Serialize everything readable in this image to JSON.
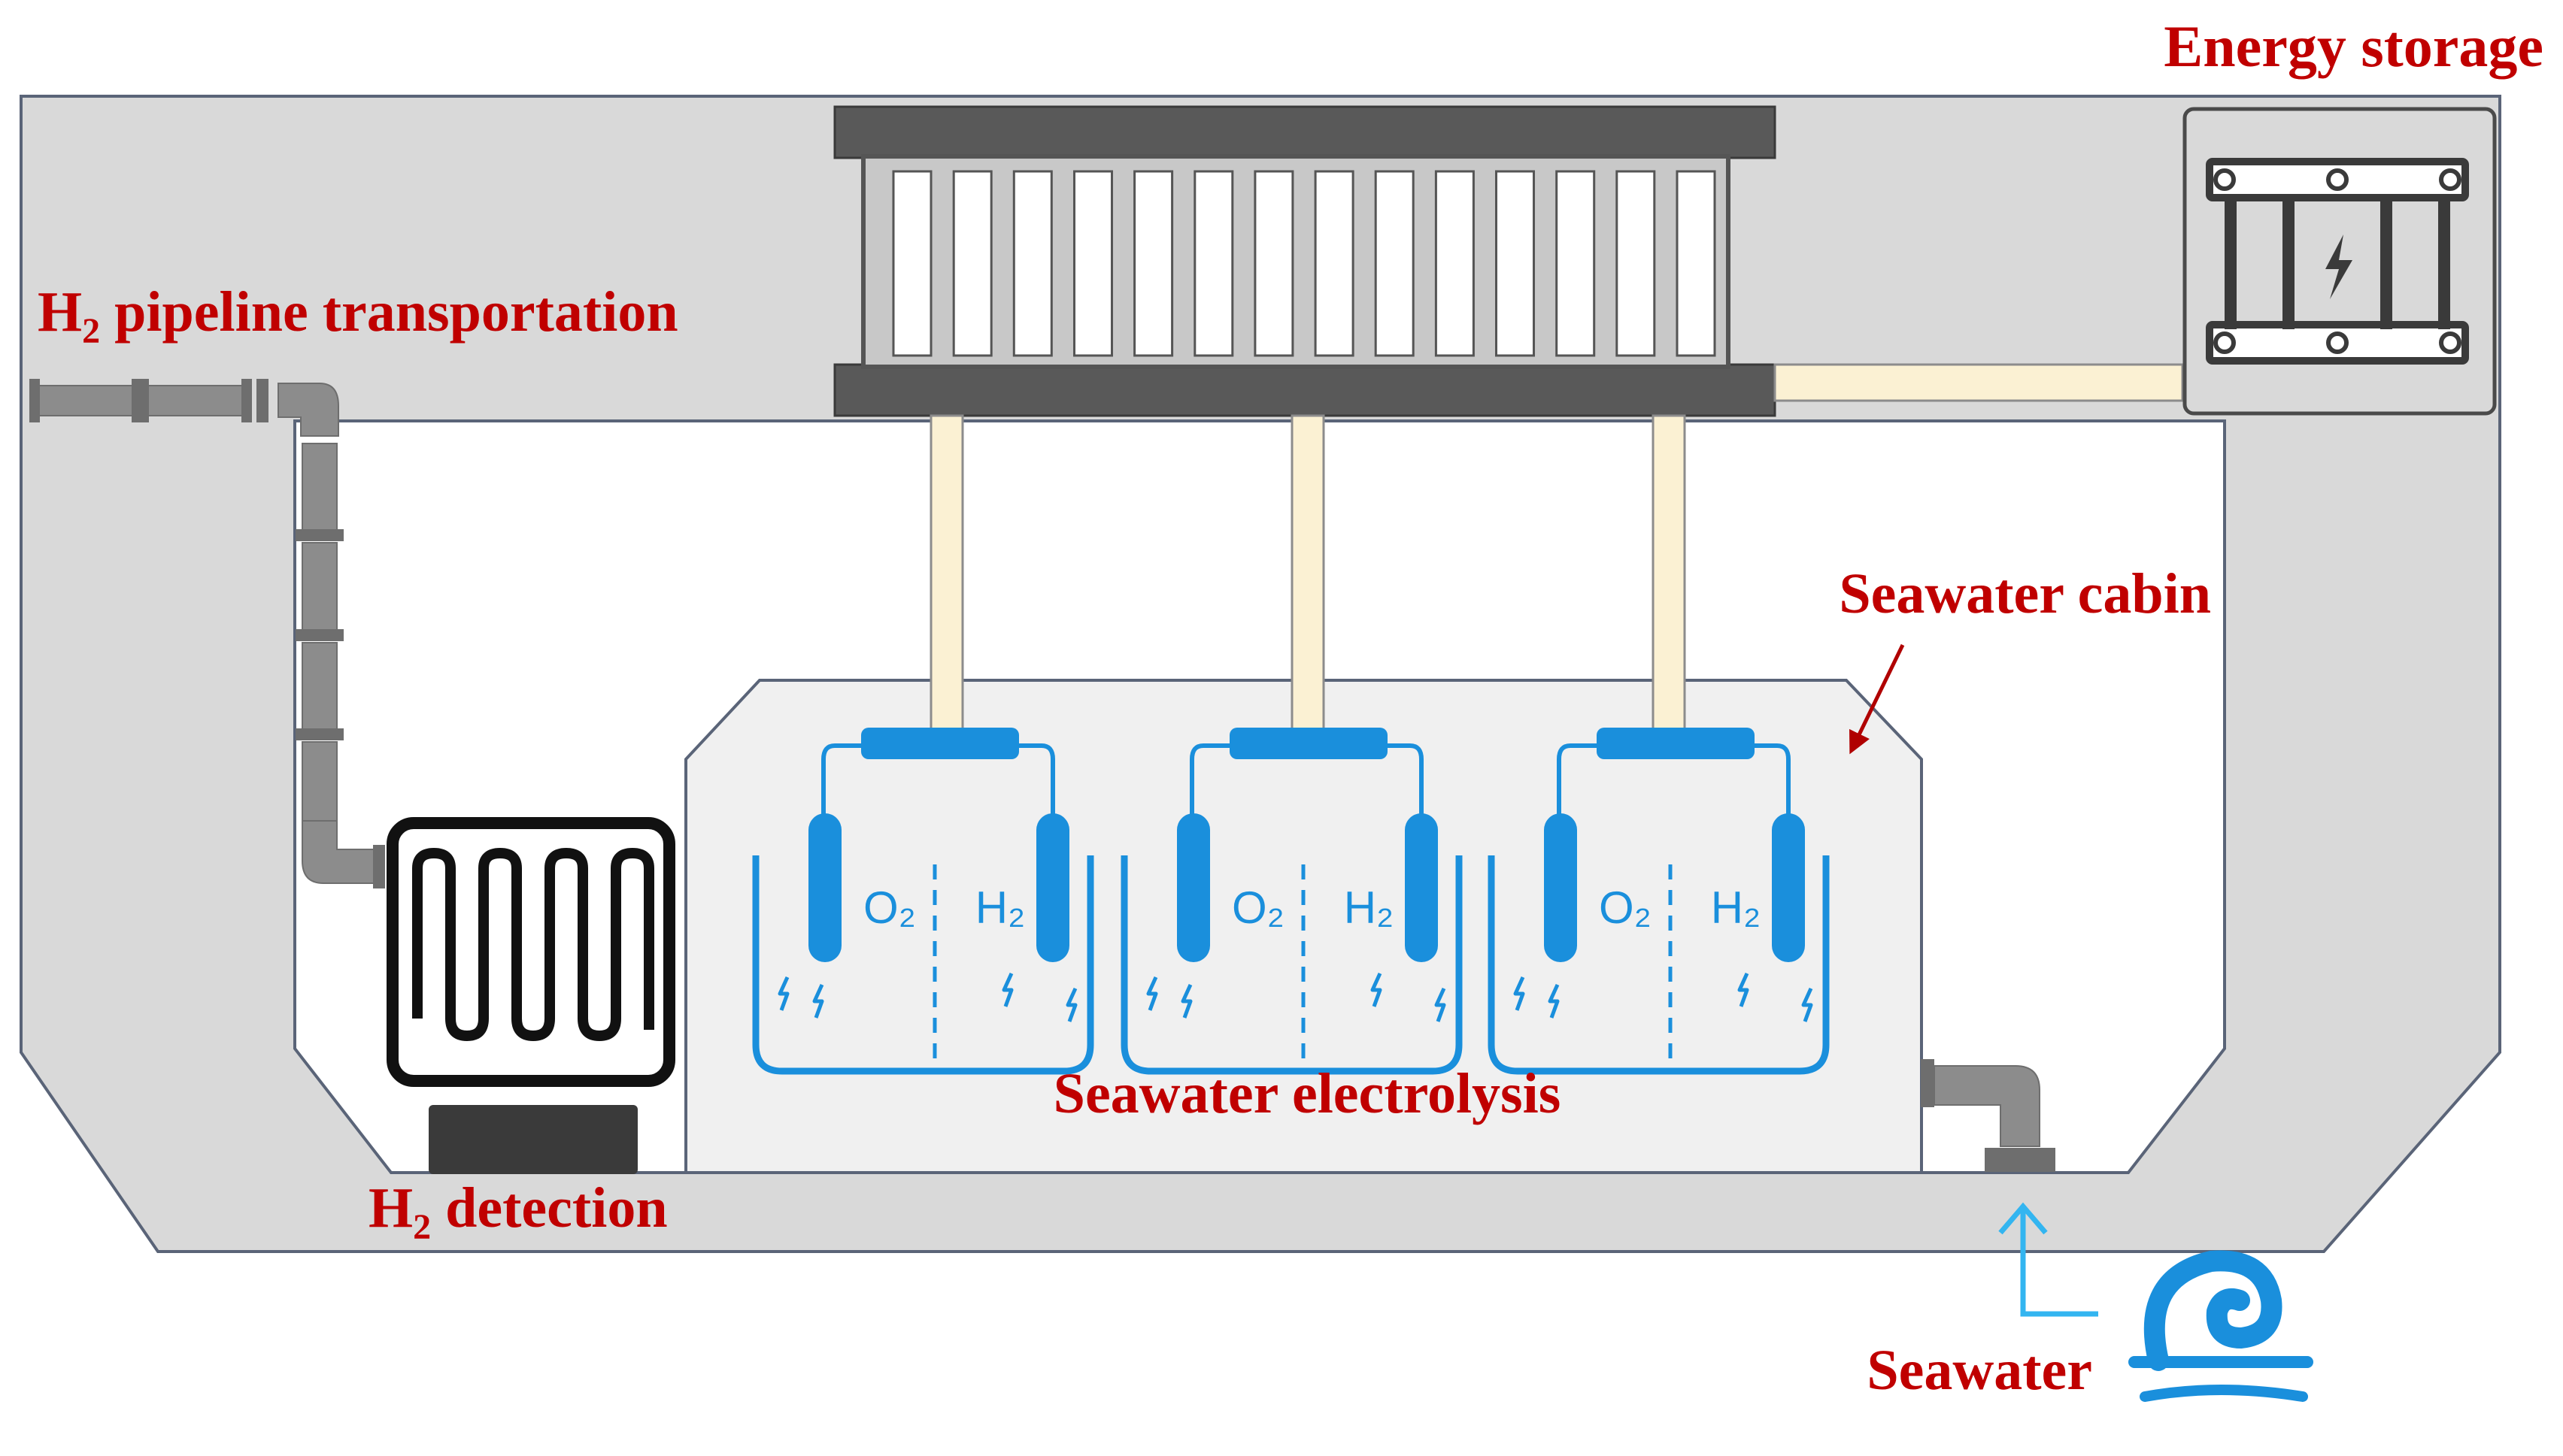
{
  "labels": {
    "energy_storage": "Energy storage",
    "h2_pipeline_prefix": "H",
    "h2_pipeline_sub": "2",
    "h2_pipeline_rest": " pipeline transportation",
    "seawater_cabin": "Seawater cabin",
    "seawater_electrolysis": "Seawater electrolysis",
    "h2_detection_prefix": "H",
    "h2_detection_sub": "2",
    "h2_detection_rest": " detection",
    "seawater": "Seawater"
  },
  "cells": [
    {
      "anode_label": "O₂",
      "cathode_label": "H₂"
    },
    {
      "anode_label": "O₂",
      "cathode_label": "H₂"
    },
    {
      "anode_label": "O₂",
      "cathode_label": "H₂"
    }
  ],
  "colors": {
    "label_red": "#c00000",
    "hull_gray": "#d9d9d9",
    "hull_stroke": "#5a6478",
    "cabin_fill": "#f0f0f0",
    "electrolyzer_blue": "#1a8fdc",
    "connector_cream": "#fbf1d3",
    "panel_dark": "#595959",
    "pipe_gray": "#8c8c8c",
    "arrow_red": "#b00000",
    "seawater_arrow": "#33b5f0",
    "wave_blue": "#1a8fdc"
  }
}
